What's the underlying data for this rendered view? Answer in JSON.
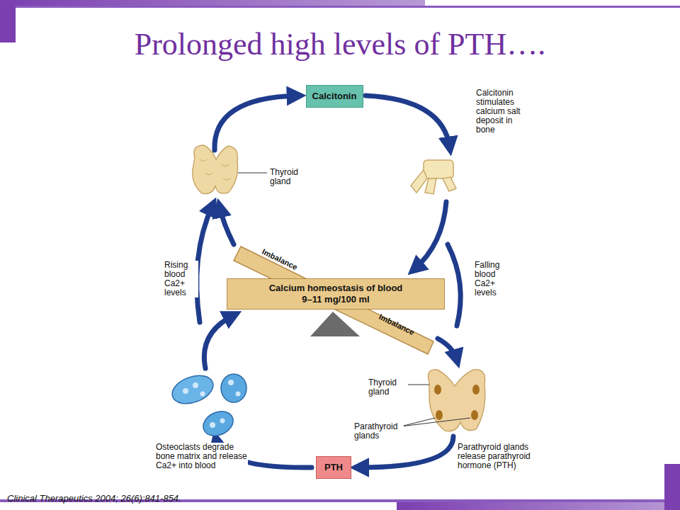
{
  "diagram": {
    "title": "Prolonged high levels of PTH….",
    "caption": "Clinical Therapeutics 2004; 26(6):841-854.",
    "nodes": [
      {
        "text": [
          "Calcitonin"
        ]
      },
      {
        "text": [
          "Imbalance"
        ]
      },
      {
        "text": [
          "Calcium homeostasis of blood",
          "9–11 mg/100 ml"
        ]
      },
      {
        "text": [
          "Imbalance"
        ]
      },
      {
        "text": [
          "PTH"
        ]
      }
    ],
    "labels": [
      "Calcitonin stimulates calcium salt deposit in bone",
      "Thyroid gland",
      "Rising blood Ca2+ levels",
      "Falling blood Ca2+ levels",
      "Thyroid gland",
      "Parathyroid glands",
      "Parathyroid glands release parathyroid hormone (PTH)",
      "Osteoclasts degrade bone matrix and release Ca2+ into blood"
    ]
  }
}
